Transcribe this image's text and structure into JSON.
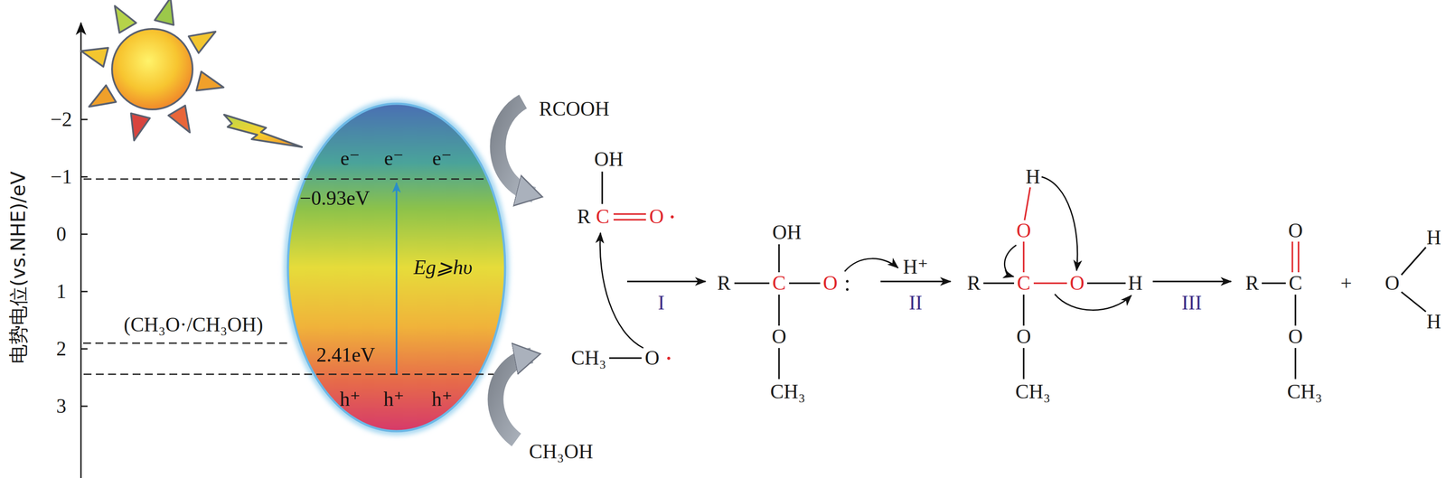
{
  "diagram": {
    "nodes": [
      {
        "text": [
          "e⁻",
          "e⁻",
          "e⁻",
          "−0.93eV",
          "Eg⩾hυ",
          "2.41eV",
          "h⁺",
          "h⁺",
          "h⁺"
        ]
      }
    ],
    "labels": [
      "电势电位(vs.NHE)/eV",
      "−2",
      "−1",
      "0",
      "1",
      "2",
      "3",
      "(CH₃O·/CH₃OH)",
      "RCOOH",
      "CH₃OH",
      "OH",
      "R",
      "C",
      "O",
      "·",
      "CH₃",
      "O",
      "·",
      "I",
      "OH",
      "R",
      "C",
      "O",
      ":",
      "O",
      "CH₃",
      "H⁺",
      "II",
      "H",
      "O",
      "R",
      "C",
      "O",
      "H",
      "O",
      "CH₃",
      "III",
      "O",
      "R",
      "C",
      "O",
      "CH₃",
      "+",
      "H",
      "O",
      "H"
    ]
  }
}
